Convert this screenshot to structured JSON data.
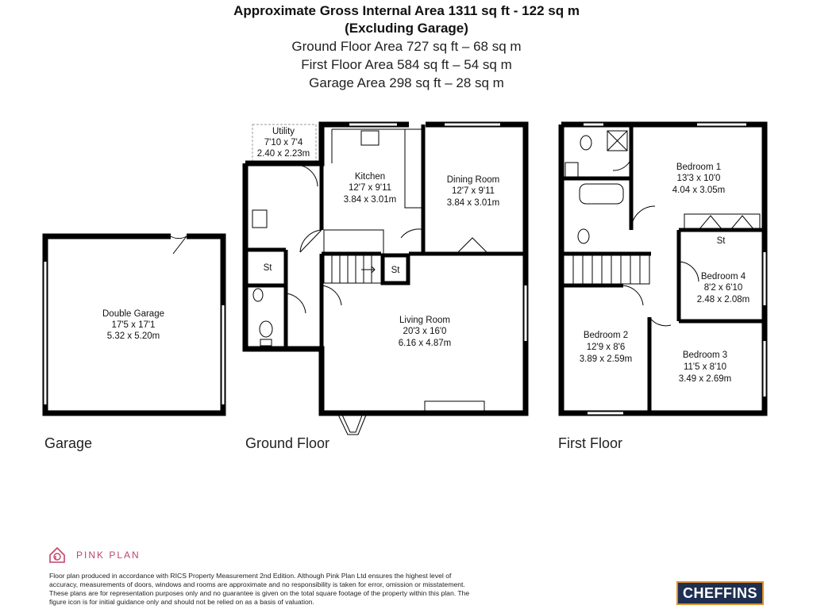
{
  "header": {
    "title_line1": "Approximate Gross Internal Area 1311 sq ft - 122 sq m",
    "title_line2": "(Excluding Garage)",
    "ground_area": "Ground Floor Area 727 sq ft – 68 sq m",
    "first_area": "First Floor Area 584 sq ft – 54 sq m",
    "garage_area": "Garage Area 298 sq ft – 28 sq m"
  },
  "floors": {
    "garage": "Garage",
    "ground": "Ground Floor",
    "first": "First Floor"
  },
  "rooms": {
    "double_garage": {
      "name": "Double Garage",
      "imperial": "17'5 x 17'1",
      "metric": "5.32 x 5.20m"
    },
    "utility": {
      "name": "Utility",
      "imperial": "7'10 x 7'4",
      "metric": "2.40 x 2.23m"
    },
    "kitchen": {
      "name": "Kitchen",
      "imperial": "12'7 x 9'11",
      "metric": "3.84 x 3.01m"
    },
    "dining": {
      "name": "Dining Room",
      "imperial": "12'7 x 9'11",
      "metric": "3.84 x 3.01m"
    },
    "living": {
      "name": "Living Room",
      "imperial": "20'3 x 16'0",
      "metric": "6.16 x 4.87m"
    },
    "bedroom1": {
      "name": "Bedroom 1",
      "imperial": "13'3 x 10'0",
      "metric": "4.04 x 3.05m"
    },
    "bedroom2": {
      "name": "Bedroom 2",
      "imperial": "12'9 x 8'6",
      "metric": "3.89 x 2.59m"
    },
    "bedroom3": {
      "name": "Bedroom 3",
      "imperial": "11'5 x 8'10",
      "metric": "3.49 x 2.69m"
    },
    "bedroom4": {
      "name": "Bedroom 4",
      "imperial": "8'2 x 6'10",
      "metric": "2.48 x 2.08m"
    },
    "store": "St"
  },
  "brand": {
    "name": "PINK PLAN",
    "agent": "CHEFFINS"
  },
  "disclaimer": "Floor plan produced in accordance with RICS Property Measurement 2nd Edition. Although Pink Plan Ltd ensures the highest level of accuracy, measurements of doors, windows and rooms are approximate and no responsibility is taken for error, omission or misstatement. These plans are for representation purposes only and no guarantee is given on the total square footage of the property within this plan. The figure icon is for initial guidance only and should not be relied on as a basis of valuation.",
  "colors": {
    "wall": "#000000",
    "brand_pink": "#c0446a",
    "agent_bg": "#1f2f52",
    "agent_border": "#e0902a"
  }
}
